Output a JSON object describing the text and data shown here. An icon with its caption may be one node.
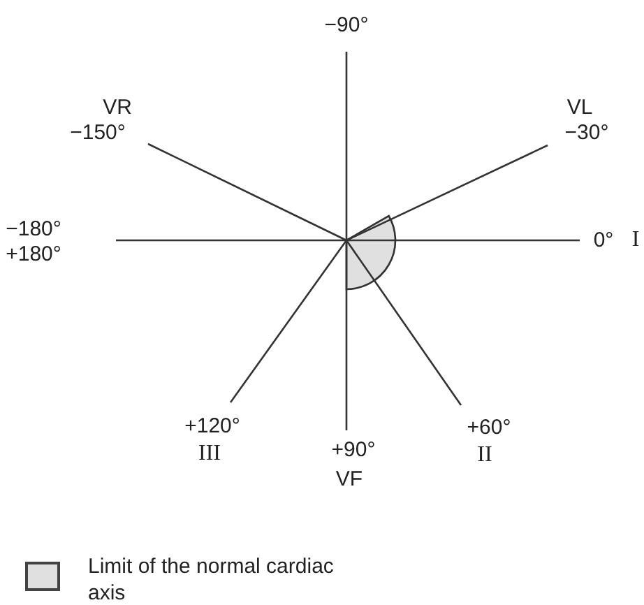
{
  "diagram": {
    "labels": [
      "−90°",
      "VR",
      "−150°",
      "VL",
      "−30°",
      "−180°",
      "+180°",
      "0°",
      "I",
      "+120°",
      "III",
      "+90°",
      "VF",
      "+60°",
      "II"
    ],
    "legend": [
      {
        "text": "Limit of the normal cardiac axis",
        "color": "#e0e0e0"
      }
    ]
  }
}
